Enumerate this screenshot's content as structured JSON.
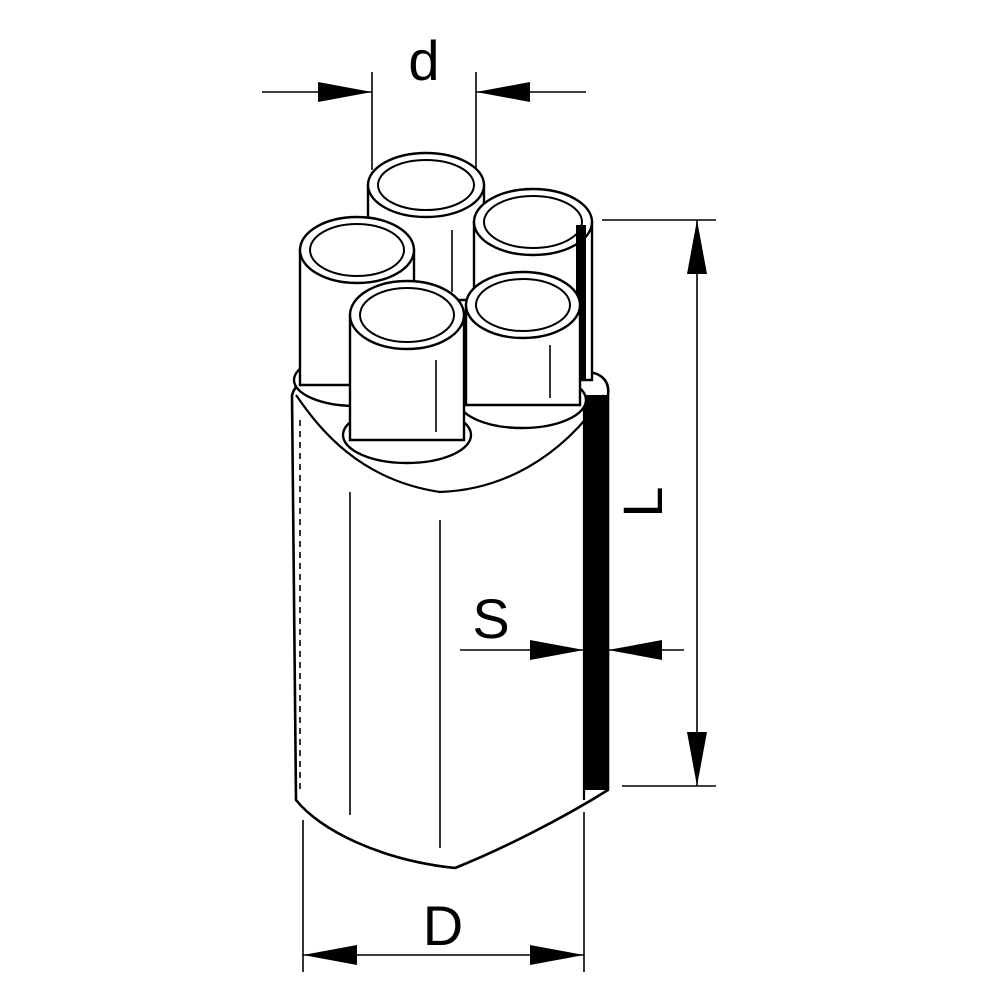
{
  "diagram": {
    "labels": {
      "tube_diameter": "d",
      "length": "L",
      "wall_thickness": "S",
      "outer_diameter": "D"
    },
    "colors": {
      "line": "#000000",
      "background": "#ffffff"
    }
  }
}
